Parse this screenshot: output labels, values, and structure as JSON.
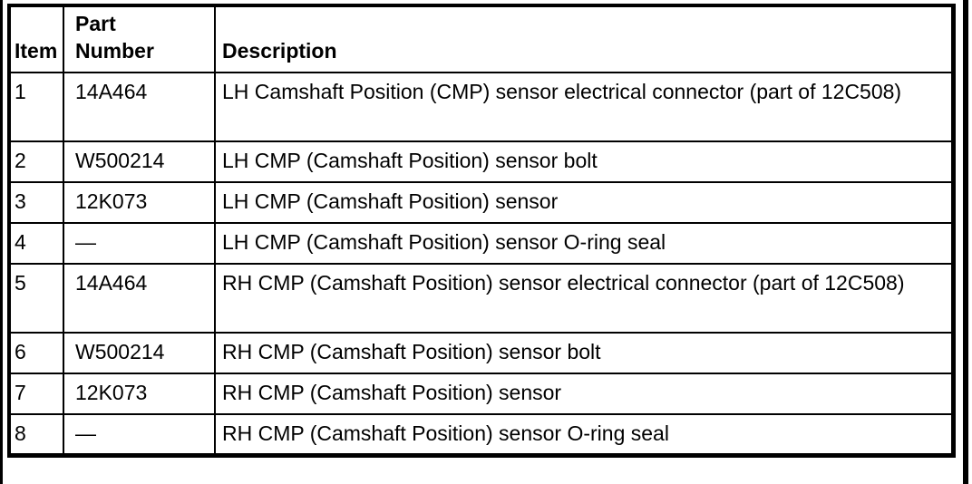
{
  "page": {
    "background": "#ffffff",
    "border_color": "#000000"
  },
  "table": {
    "columns": [
      {
        "key": "item",
        "label": "Item"
      },
      {
        "key": "part_number",
        "label": "Part\nNumber"
      },
      {
        "key": "description",
        "label": "Description"
      }
    ],
    "rows": [
      {
        "item": "1",
        "part_number": "14A464",
        "description": "LH Camshaft Position (CMP) sensor electrical connector (part of 12C508)"
      },
      {
        "item": "2",
        "part_number": "W500214",
        "description": "LH CMP (Camshaft Position) sensor bolt"
      },
      {
        "item": "3",
        "part_number": "12K073",
        "description": "LH CMP (Camshaft Position) sensor"
      },
      {
        "item": "4",
        "part_number": "—",
        "description": "LH CMP (Camshaft Position) sensor O-ring seal"
      },
      {
        "item": "5",
        "part_number": "14A464",
        "description": "RH CMP (Camshaft Position) sensor electrical connector (part of 12C508)"
      },
      {
        "item": "6",
        "part_number": "W500214",
        "description": "RH CMP (Camshaft Position) sensor bolt"
      },
      {
        "item": "7",
        "part_number": "12K073",
        "description": "RH CMP (Camshaft Position) sensor"
      },
      {
        "item": "8",
        "part_number": "—",
        "description": "RH CMP (Camshaft Position) sensor O-ring seal"
      }
    ]
  }
}
